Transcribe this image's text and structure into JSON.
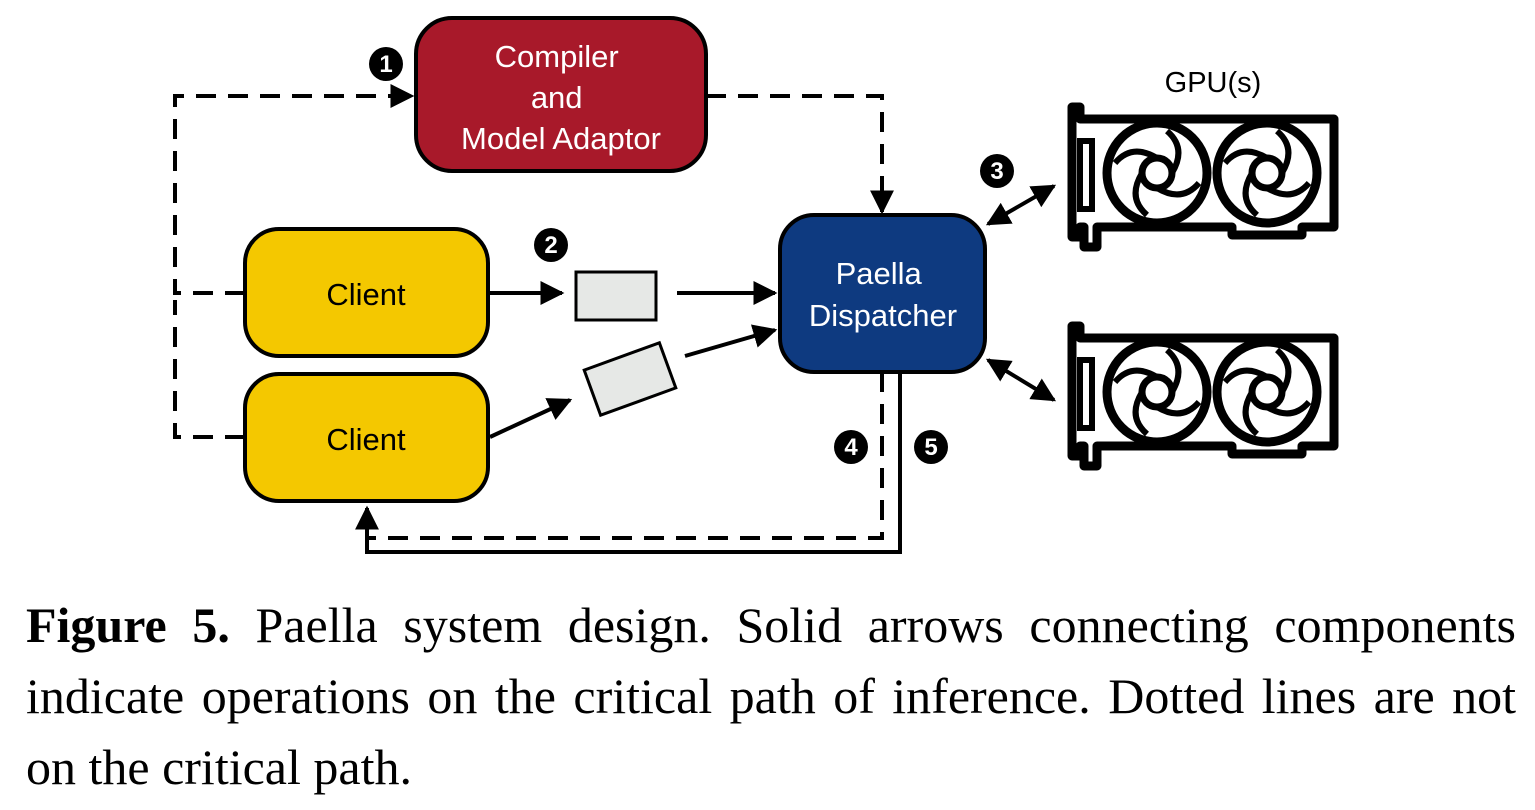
{
  "diagram": {
    "compiler_box": {
      "lines": [
        "Compiler",
        "and",
        "Model Adaptor"
      ],
      "fill": "#a8192a"
    },
    "dispatcher_box": {
      "lines": [
        "Paella",
        "Dispatcher"
      ],
      "fill": "#0e3a80"
    },
    "client_boxes": [
      {
        "label": "Client"
      },
      {
        "label": "Client"
      }
    ],
    "client_fill": "#f4c800",
    "gpu_label": "GPU(s)",
    "step_badges": [
      "1",
      "2",
      "3",
      "4",
      "5"
    ]
  },
  "caption": {
    "label": "Figure 5.",
    "text": "Paella system design. Solid arrows connecting components indicate operations on the critical path of inference. Dotted lines are not on the critical path."
  }
}
